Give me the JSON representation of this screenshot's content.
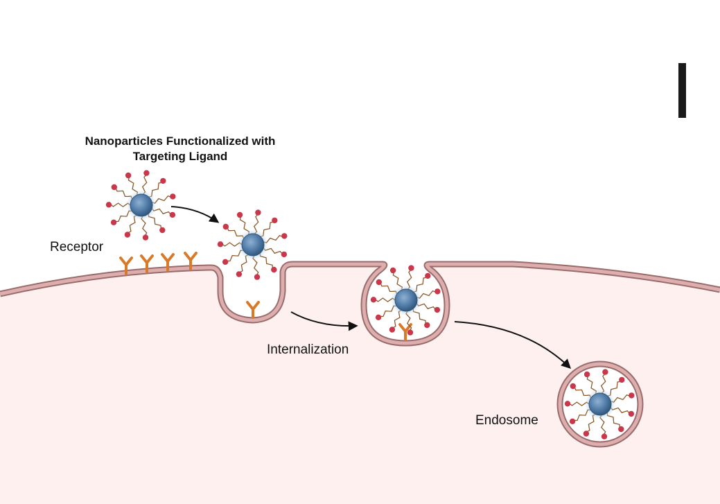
{
  "diagram": {
    "title_line1": "Nanoparticles Functionalized with",
    "title_line2": "Targeting Ligand",
    "labels": {
      "receptor": "Receptor",
      "internalization": "Internalization",
      "endosome": "Endosome"
    },
    "colors": {
      "cytoplasm": "#fdf0ef",
      "membrane_fill": "#d9a8a8",
      "membrane_stroke": "#9b6b6b",
      "nanoparticle": "#4f7aa6",
      "ligand_head": "#c9384a",
      "linker": "#8b5a2b",
      "receptor": "#d97a2a",
      "arrow": "#111111"
    },
    "stages": [
      "free-nanoparticle",
      "binding",
      "pit-formation",
      "vesicle-budding",
      "endosome"
    ]
  }
}
